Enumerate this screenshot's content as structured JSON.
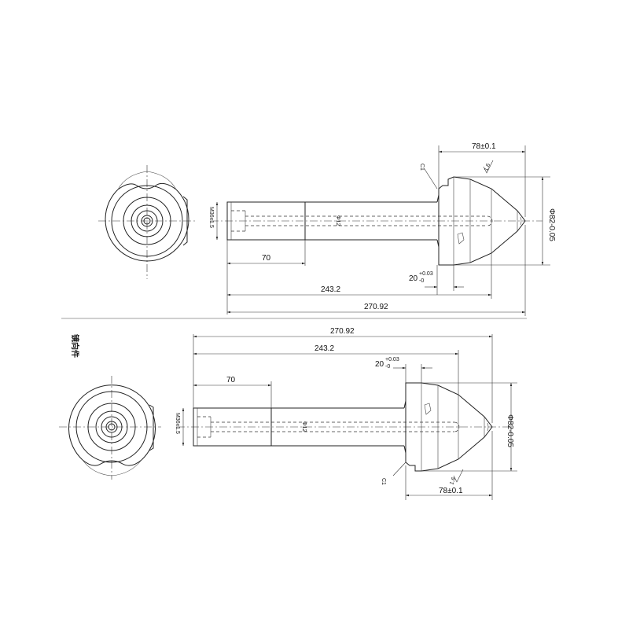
{
  "top_view": {
    "dim_overall": "270.92",
    "dim_mid": "243.2",
    "dim_thread_len": "70",
    "dim_head_len": "78±0.1",
    "dim_head_dia": "Φ82-0.05",
    "dim_shaft_dia": "Φ12",
    "dim_thread": "M36x1.5",
    "dim_flange_base": "20",
    "dim_flange_upper": "+0.03",
    "dim_flange_lower": "-0",
    "chamfer": "C1",
    "roughness": "1.6"
  },
  "bottom_view": {
    "label": "镜向件",
    "dim_overall": "270.92",
    "dim_mid": "243.2",
    "dim_thread_len": "70",
    "dim_head_len": "78±0.1",
    "dim_head_dia": "Φ82-0.05",
    "dim_shaft_dia": "Φ12",
    "dim_thread": "M36x1.5",
    "dim_flange_base": "20",
    "dim_flange_upper": "+0.03",
    "dim_flange_lower": "-0",
    "chamfer": "C1",
    "roughness": "1.6"
  }
}
